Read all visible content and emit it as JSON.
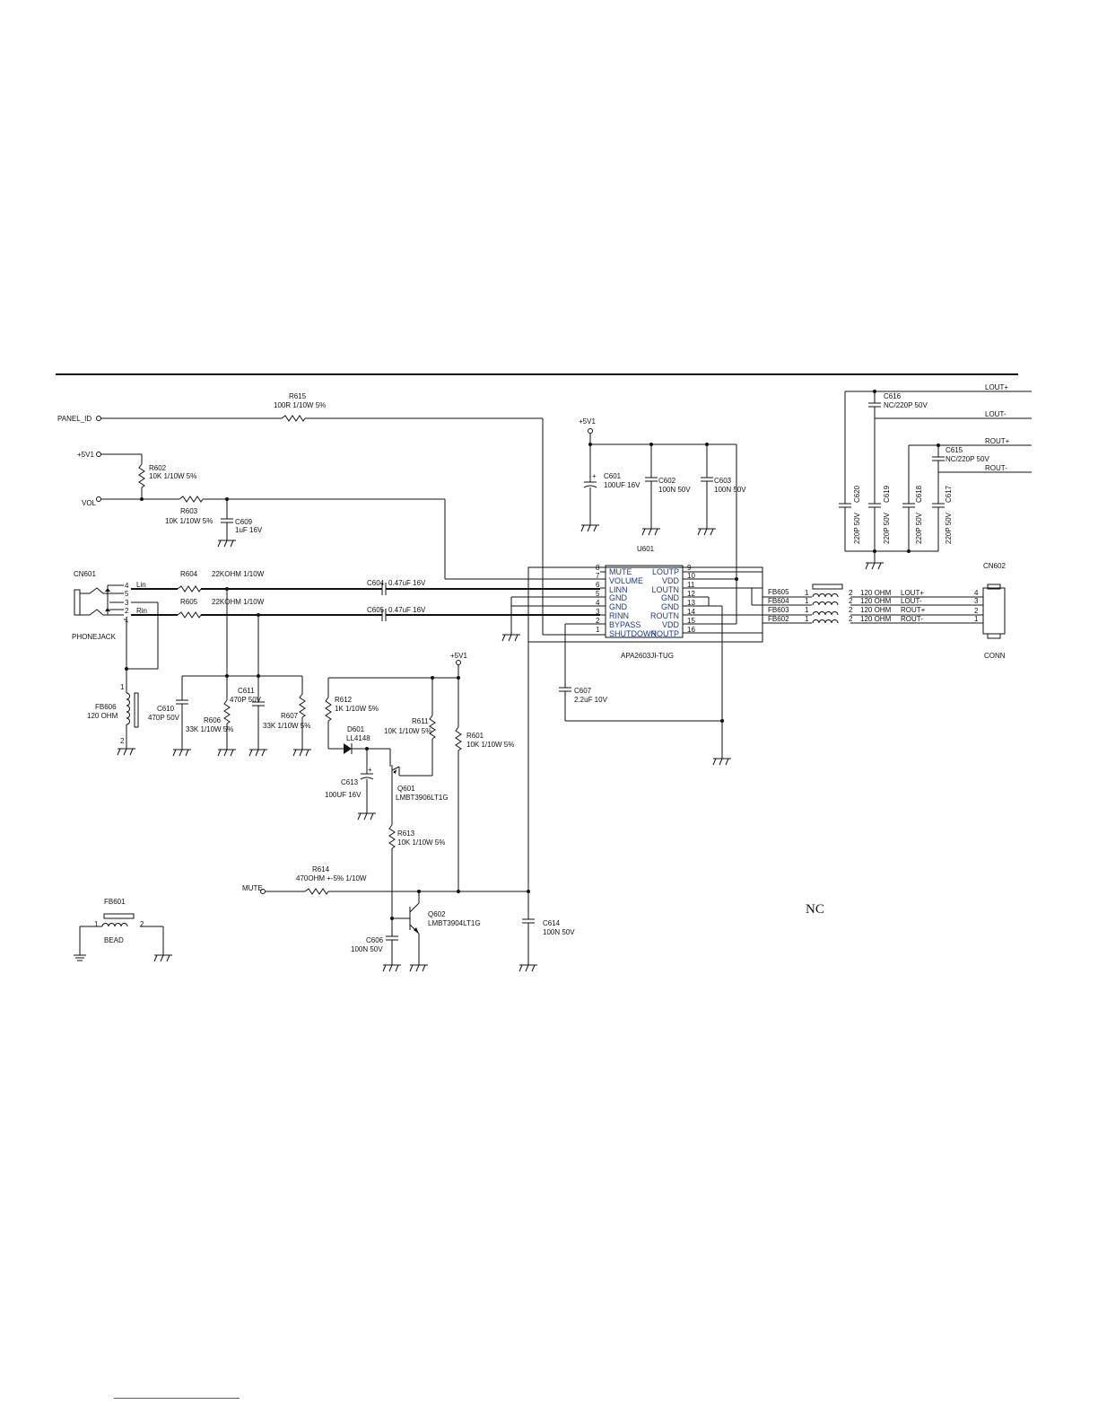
{
  "nets": {
    "panel_id": "PANEL_ID",
    "plus5v1": "+5V1",
    "vol": "VOL",
    "mute": "MUTE",
    "lout_plus": "LOUT+",
    "lout_minus": "LOUT-",
    "rout_plus": "ROUT+",
    "rout_minus": "ROUT-",
    "lin": "Lin",
    "rin": "Rin"
  },
  "components": {
    "r615": {
      "ref": "R615",
      "value": "100R 1/10W 5%"
    },
    "r602": {
      "ref": "R602",
      "value": "10K 1/10W 5%"
    },
    "r603": {
      "ref": "R603",
      "value": "10K 1/10W 5%"
    },
    "c609": {
      "ref": "C609",
      "value": "1uF 16V"
    },
    "c601": {
      "ref": "C601",
      "value": "100UF 16V"
    },
    "c602": {
      "ref": "C602",
      "value": "100N 50V"
    },
    "c603": {
      "ref": "C603",
      "value": "100N 50V"
    },
    "cn601": {
      "ref": "CN601",
      "value": "PHONEJACK"
    },
    "r604": {
      "ref": "R604",
      "value": "22KOHM 1/10W"
    },
    "r605": {
      "ref": "R605",
      "value": "22KOHM 1/10W"
    },
    "c604": {
      "ref": "C604",
      "value": "0.47uF 16V"
    },
    "c605": {
      "ref": "C605",
      "value": "0.47uF 16V"
    },
    "fb606": {
      "ref": "FB606",
      "value": "120 OHM"
    },
    "c610": {
      "ref": "C610",
      "value": "470P 50V"
    },
    "c611": {
      "ref": "C611",
      "value": "470P 50V"
    },
    "r606": {
      "ref": "R606",
      "value": "33K 1/10W 5%"
    },
    "r607": {
      "ref": "R607",
      "value": "33K 1/10W 5%"
    },
    "r612": {
      "ref": "R612",
      "value": "1K 1/10W 5%"
    },
    "d601": {
      "ref": "D601",
      "value": "LL4148"
    },
    "r611": {
      "ref": "R611",
      "value": "10K 1/10W 5%"
    },
    "r601": {
      "ref": "R601",
      "value": "10K 1/10W 5%"
    },
    "c613": {
      "ref": "C613",
      "value": "100UF 16V"
    },
    "q601": {
      "ref": "Q601",
      "value": "LMBT3906LT1G"
    },
    "r613": {
      "ref": "R613",
      "value": "10K 1/10W 5%"
    },
    "r614": {
      "ref": "R614",
      "value": "470OHM +-5% 1/10W"
    },
    "q602": {
      "ref": "Q602",
      "value": "LMBT3904LT1G"
    },
    "c606": {
      "ref": "C606",
      "value": "100N 50V"
    },
    "c614": {
      "ref": "C614",
      "value": "100N 50V"
    },
    "c607": {
      "ref": "C607",
      "value": "2.2uF 10V"
    },
    "fb601": {
      "ref": "FB601",
      "value": "BEAD"
    },
    "c616": {
      "ref": "C616",
      "value": "NC/220P 50V"
    },
    "c615": {
      "ref": "C615",
      "value": "NC/220P 50V"
    },
    "c620": {
      "ref": "C620",
      "value": "220P 50V"
    },
    "c619": {
      "ref": "C619",
      "value": "220P 50V"
    },
    "c618": {
      "ref": "C618",
      "value": "220P 50V"
    },
    "c617": {
      "ref": "C617",
      "value": "220P 50V"
    },
    "cn602": {
      "ref": "CN602",
      "value": "CONN"
    },
    "fb605": {
      "ref": "FB605",
      "value": "120 OHM"
    },
    "fb604": {
      "ref": "FB604",
      "value": "120 OHM"
    },
    "fb603": {
      "ref": "FB603",
      "value": "120 OHM"
    },
    "fb602": {
      "ref": "FB602",
      "value": "120 OHM"
    }
  },
  "u601": {
    "ref": "U601",
    "part": "APA2603JI-TUG",
    "left_pins": [
      {
        "num": "8",
        "name": "MUTE"
      },
      {
        "num": "7",
        "name": "VOLUME"
      },
      {
        "num": "6",
        "name": "LINN"
      },
      {
        "num": "5",
        "name": "GND"
      },
      {
        "num": "4",
        "name": "GND"
      },
      {
        "num": "3",
        "name": "RINN"
      },
      {
        "num": "2",
        "name": "BYPASS"
      },
      {
        "num": "1",
        "name": "SHUTDOWN"
      }
    ],
    "right_pins": [
      {
        "num": "9",
        "name": "LOUTP"
      },
      {
        "num": "10",
        "name": "VDD"
      },
      {
        "num": "11",
        "name": "LOUTN"
      },
      {
        "num": "12",
        "name": "GND"
      },
      {
        "num": "13",
        "name": "GND"
      },
      {
        "num": "14",
        "name": "ROUTN"
      },
      {
        "num": "15",
        "name": "VDD"
      },
      {
        "num": "16",
        "name": "ROUTP"
      }
    ]
  },
  "phonejack_pins": [
    "4",
    "5",
    "3",
    "2",
    "1"
  ],
  "fb606_pins": [
    "1",
    "2"
  ],
  "fb601_pins": [
    "1",
    "2"
  ],
  "ferrite_pins": [
    "1",
    "2"
  ],
  "ferrite_nets": [
    "LOUT+",
    "LOUT-",
    "ROUT+",
    "ROUT-"
  ],
  "cn602_pins": [
    "4",
    "3",
    "2",
    "1"
  ],
  "plus_mark": "+",
  "nc_note": "NC"
}
